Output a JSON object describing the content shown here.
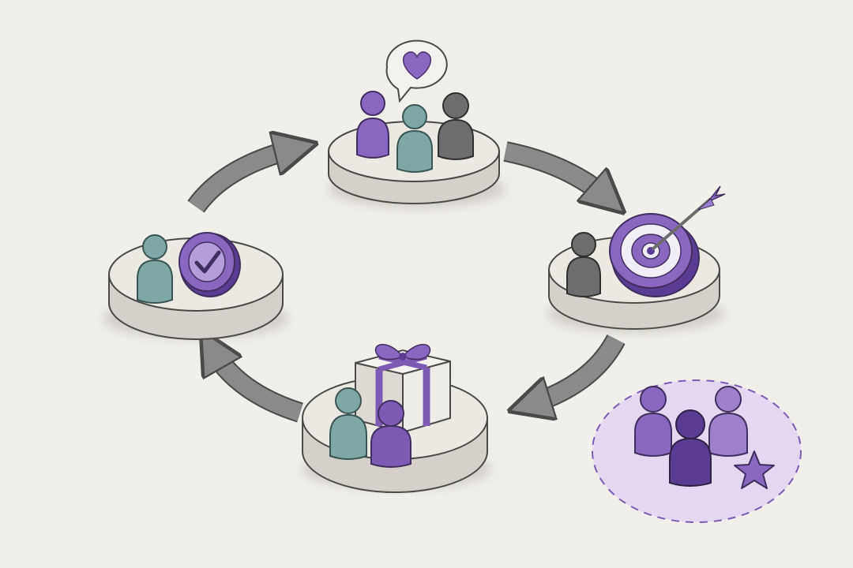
{
  "diagram": {
    "type": "cycle",
    "stages": [
      {
        "id": "connect",
        "icons": [
          "speech-bubble-icon",
          "heart-icon",
          "person-icon",
          "person-icon",
          "person-icon"
        ]
      },
      {
        "id": "goal",
        "icons": [
          "person-icon",
          "target-icon",
          "arrow-icon"
        ]
      },
      {
        "id": "reward",
        "icons": [
          "gift-box-icon",
          "person-icon",
          "person-icon"
        ]
      },
      {
        "id": "verify",
        "icons": [
          "person-icon",
          "checkmark-icon"
        ]
      }
    ],
    "arrows": [
      {
        "from": "connect",
        "to": "goal"
      },
      {
        "from": "goal",
        "to": "reward"
      },
      {
        "from": "reward",
        "to": "verify"
      },
      {
        "from": "verify",
        "to": "connect"
      }
    ],
    "community": {
      "icons": [
        "person-icon",
        "person-icon",
        "person-icon",
        "star-icon"
      ],
      "border": "dashed"
    }
  },
  "colors": {
    "background": "#f1efe9",
    "purple": "#7d5bb5",
    "purple_light": "#9d80cb",
    "purple_dark": "#5a3c94",
    "teal": "#7fa7a5",
    "gray": "#6d6d6d",
    "platform_top": "#ece9e3",
    "platform_side": "#d5d1ca",
    "arrow": "#8a8a8a",
    "outline": "#4a4a4a"
  }
}
